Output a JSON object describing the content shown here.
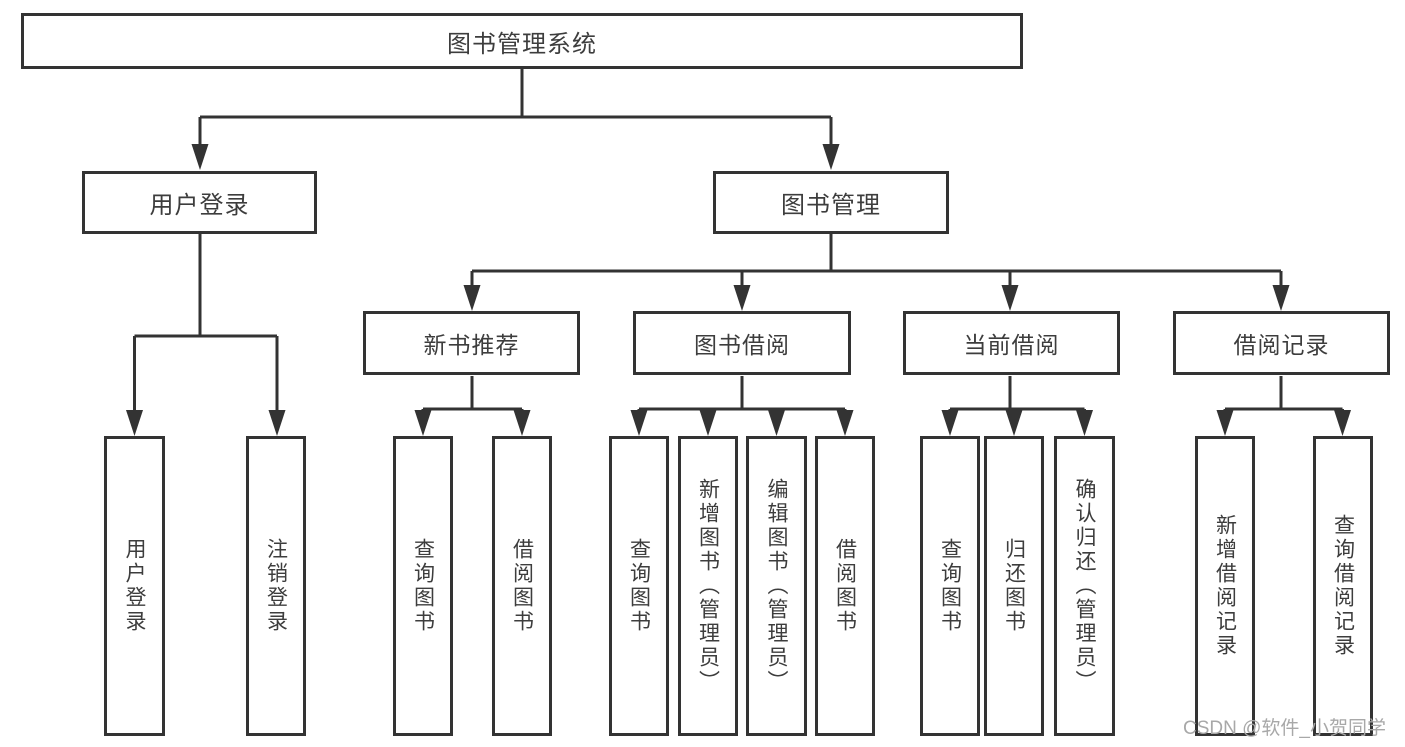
{
  "diagram": {
    "root": {
      "label": "图书管理系统"
    },
    "branches": [
      {
        "label": "用户登录",
        "children": [
          {
            "label": "用户登录"
          },
          {
            "label": "注销登录"
          }
        ]
      },
      {
        "label": "图书管理",
        "children": [
          {
            "label": "新书推荐",
            "children": [
              {
                "label": "查询图书"
              },
              {
                "label": "借阅图书"
              }
            ]
          },
          {
            "label": "图书借阅",
            "children": [
              {
                "label": "查询图书"
              },
              {
                "label": "新增图书（管理员）"
              },
              {
                "label": "编辑图书（管理员）"
              },
              {
                "label": "借阅图书"
              }
            ]
          },
          {
            "label": "当前借阅",
            "children": [
              {
                "label": "查询图书"
              },
              {
                "label": "归还图书"
              },
              {
                "label": "确认归还（管理员）"
              }
            ]
          },
          {
            "label": "借阅记录",
            "children": [
              {
                "label": "新增借阅记录"
              },
              {
                "label": "查询借阅记录"
              }
            ]
          }
        ]
      }
    ]
  },
  "watermark": {
    "text": "CSDN @软件_小贺同学"
  },
  "colors": {
    "line": "#333333",
    "text": "#3d3d3d",
    "watermark": "#a8a8a8",
    "background": "#ffffff"
  }
}
